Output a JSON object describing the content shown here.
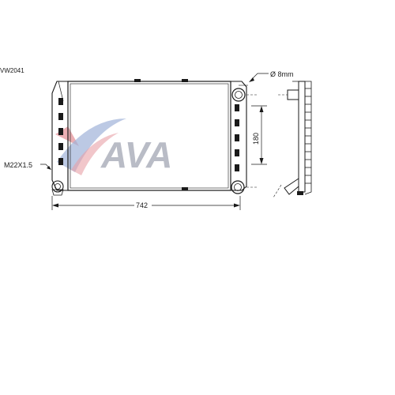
{
  "part_number": "VW2041",
  "brand_logo_text": "AVA",
  "dimensions": {
    "width": "742",
    "height": "180",
    "pipe_diameter": "Ø 8mm",
    "thread": "M22X1.5"
  },
  "colors": {
    "line": "#1a1a1a",
    "logo_red": "#e8a0a6",
    "logo_blue": "#9fb2d8",
    "logo_grey": "#b9bcc6"
  }
}
